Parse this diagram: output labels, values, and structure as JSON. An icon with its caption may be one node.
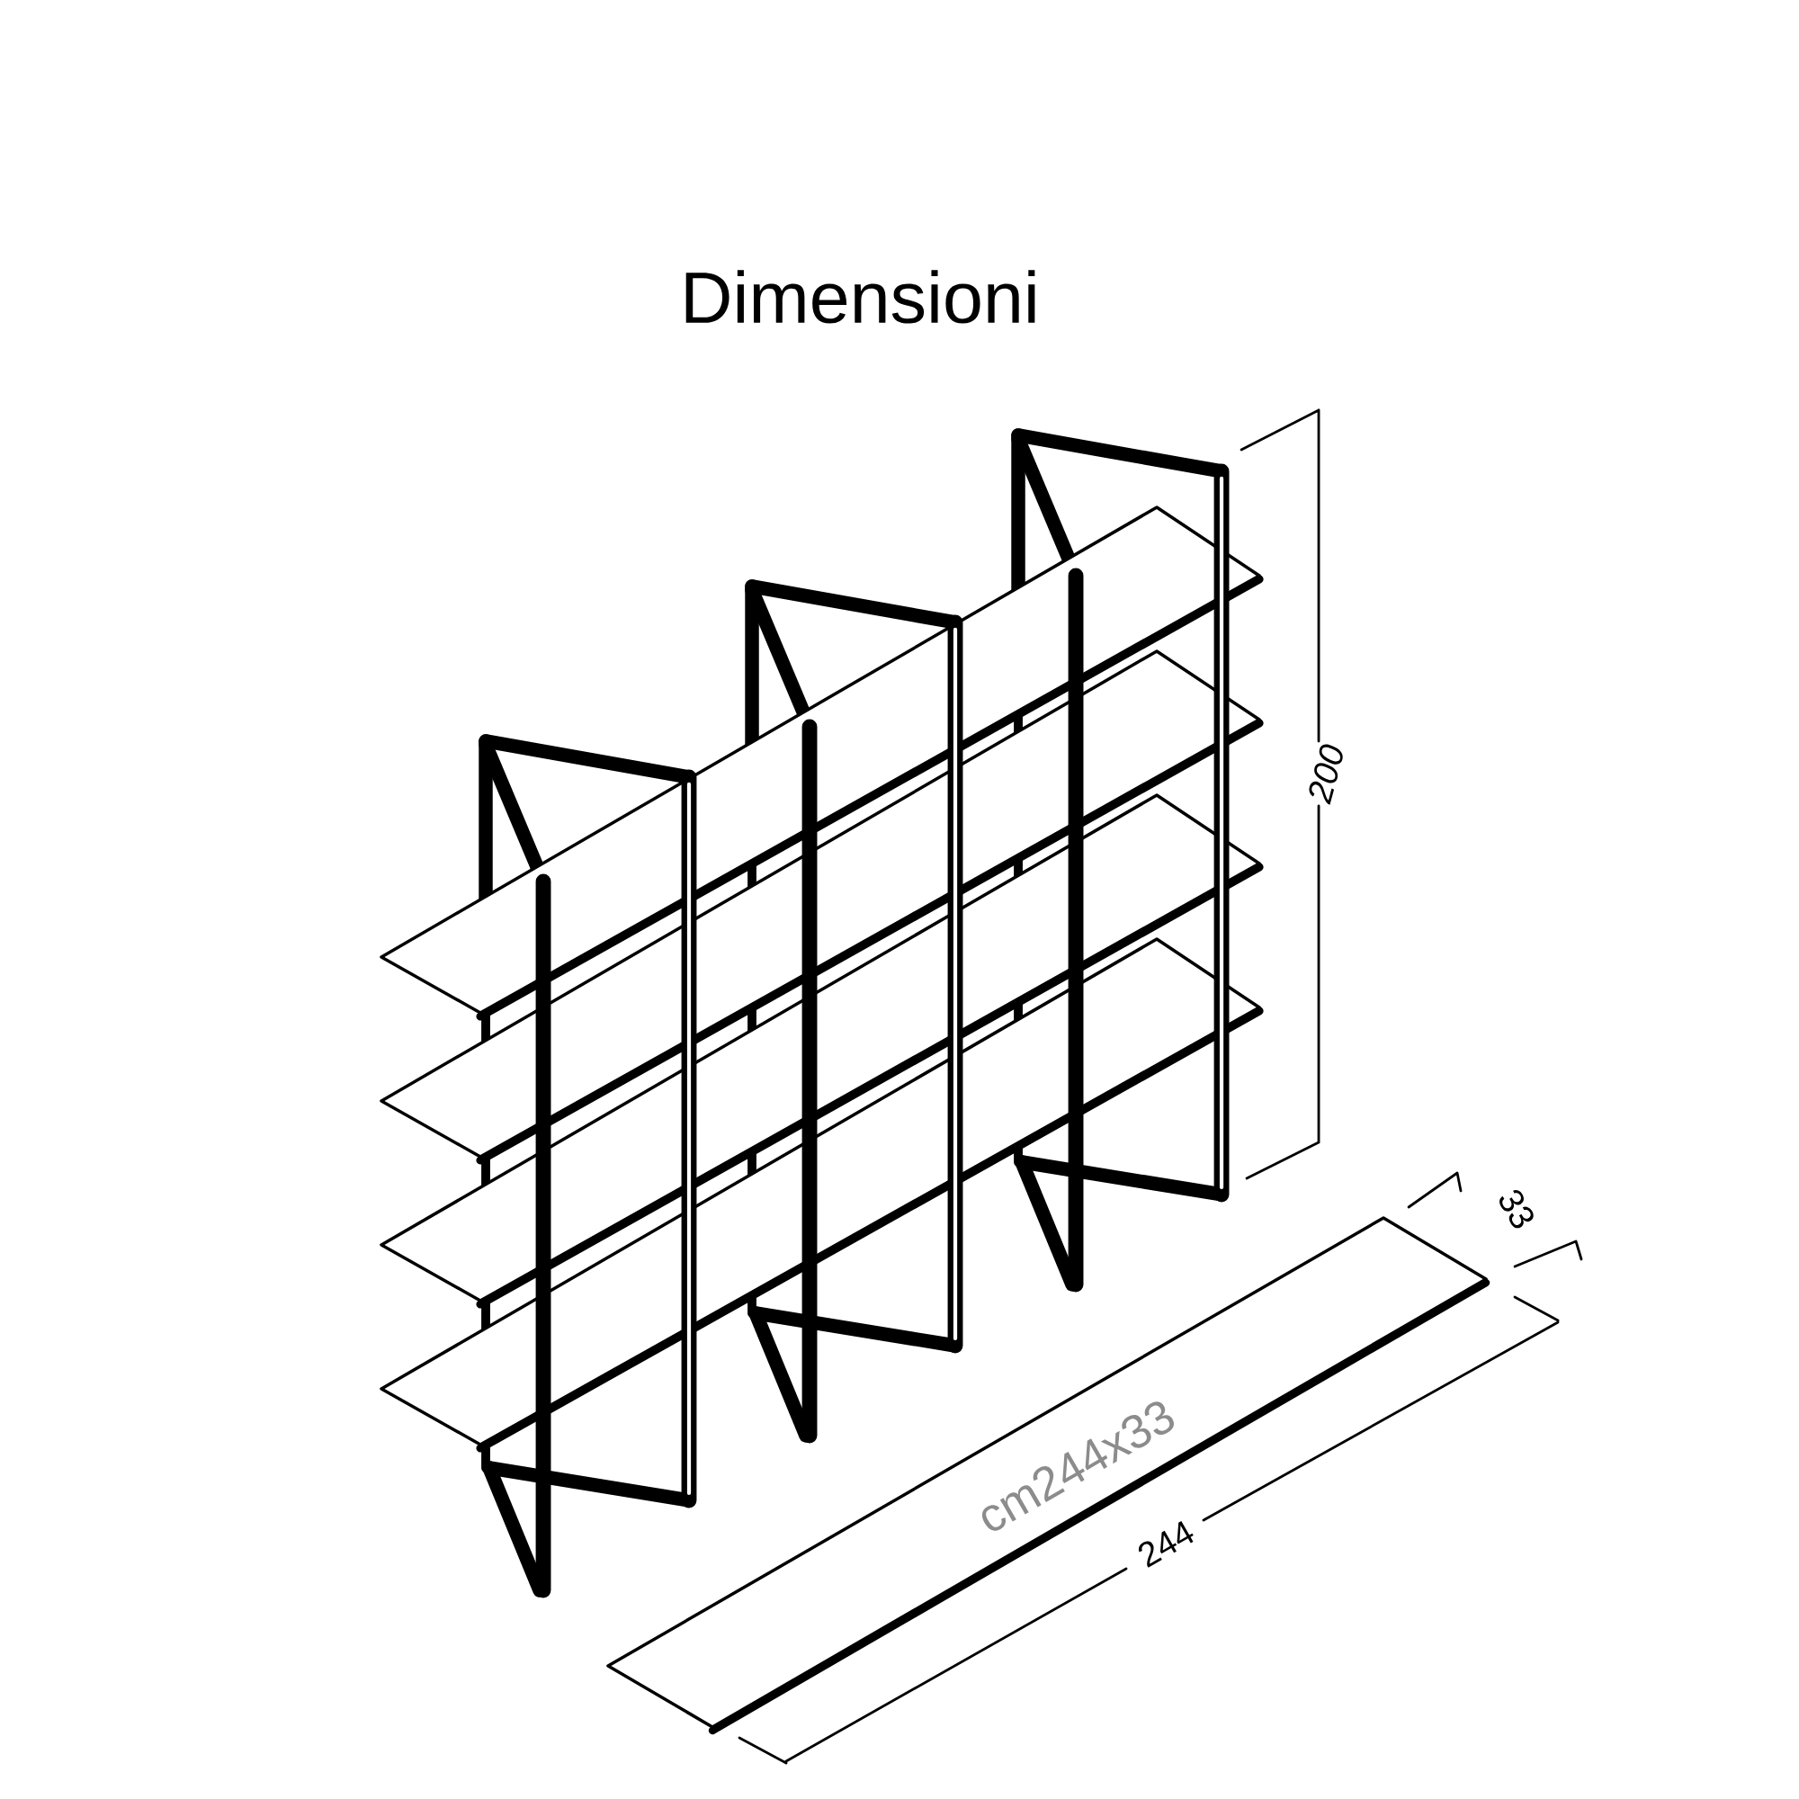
{
  "diagram": {
    "title": "Dimensioni",
    "labels": [
      "200",
      "33",
      "cm244x33",
      "244"
    ]
  }
}
